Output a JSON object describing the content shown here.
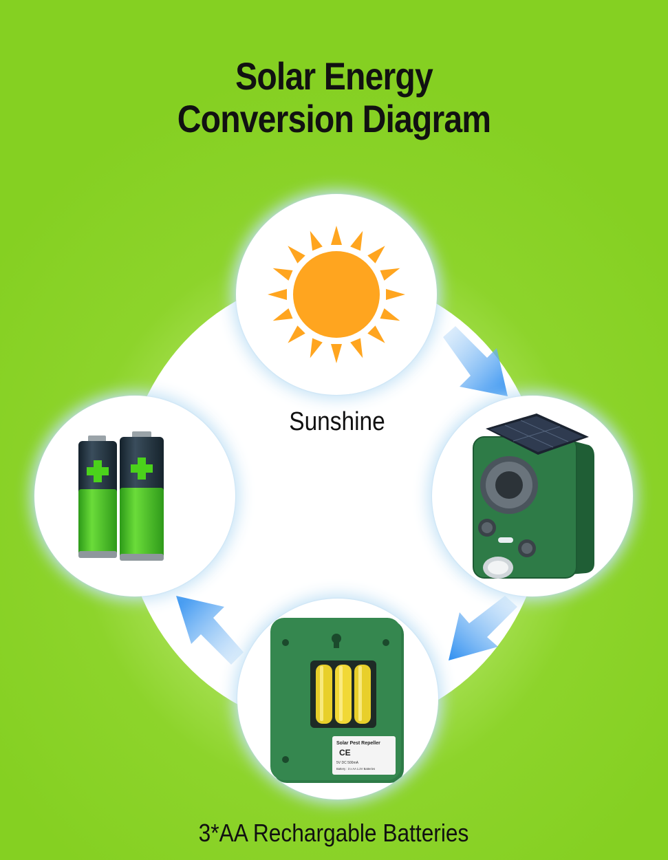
{
  "title": {
    "line1": "Solar Energy",
    "line2": "Conversion Diagram"
  },
  "nodes": {
    "top": {
      "label": "Sunshine",
      "icon": "sun-icon"
    },
    "right": {
      "icon": "solar-pest-repeller-icon"
    },
    "bottom": {
      "label": "3*AA Rechargable Batteries",
      "icon": "battery-compartment-icon"
    },
    "left": {
      "icon": "batteries-icon"
    }
  },
  "device_label": {
    "name": "Solar Pest Repeller",
    "spec_line1": "5V DC 500mA",
    "spec_line2": "Battery : 3 x AA 1.2V Batteries"
  },
  "colors": {
    "background": "#8dd42b",
    "sun": "#ffa51f",
    "arrow": "#2f8ff0",
    "device_green": "#2e7b47",
    "battery_green": "#4cc11f"
  }
}
